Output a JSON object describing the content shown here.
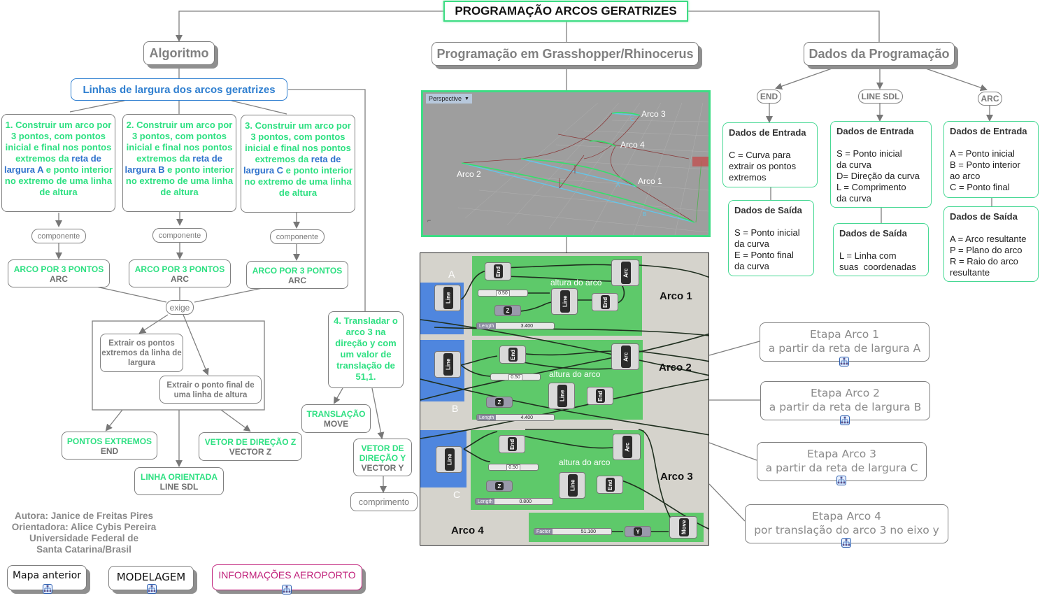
{
  "title": "PROGRAMAÇÃO ARCOS GERATRIZES",
  "branches": {
    "algoritmo": "Algoritmo",
    "grasshopper": "Programação em Grasshopper/Rhinocerus",
    "dados": "Dados da Programação"
  },
  "algorithm": {
    "width_lines": "Linhas de largura dos arcos geratrizes",
    "steps": [
      {
        "pre": "1. Construir um arco por 3 pontos, com pontos inicial e final nos pontos extremos da ",
        "highlight": "reta de largura A",
        "post": " e ponto interior no extremo de uma linha de altura"
      },
      {
        "pre": "2. Construir um arco por 3 pontos, com pontos inicial e final nos pontos extremos da ",
        "highlight": "reta de largura B",
        "post": " e ponto interior no extremo de uma linha de altura"
      },
      {
        "pre": "3. Construir um arco por 3 pontos, com pontos inicial e final nos pontos extremos da ",
        "highlight": "reta de largura C",
        "post": " e ponto interior no extremo de uma linha de altura"
      }
    ],
    "link_componente": "componente",
    "arc_component": {
      "name": "ARCO POR 3 PONTOS",
      "code": "ARC"
    },
    "link_exige": "exige",
    "requires": [
      "Extrair os pontos extremos da linha de largura",
      "Extrair o ponto final de uma linha de altura"
    ],
    "outputs": [
      {
        "name": "PONTOS EXTREMOS",
        "code": "END"
      },
      {
        "name": "LINHA ORIENTADA",
        "code": "LINE SDL"
      },
      {
        "name": "VETOR DE DIREÇÃO Z",
        "code": "VECTOR Z"
      }
    ],
    "step4": "4. Transladar o arco 3 na direção y com um valor de translação de 51,1.",
    "translation": {
      "name": "TRANSLAÇÃO",
      "code": "MOVE"
    },
    "vector_y": {
      "name": "VETOR DE DIREÇÃO Y",
      "code": "VECTOR Y"
    },
    "link_comprimento": "comprimento"
  },
  "credits": [
    "Autora: Janice de Freitas Pires",
    "Orientadora: Alice Cybis Pereira",
    "Universidade Federal de",
    "Santa Catarina/Brasil"
  ],
  "nav": [
    {
      "label": "Mapa anterior",
      "color": "#111111"
    },
    {
      "label": "MODELAGEM",
      "color": "#111111"
    },
    {
      "label": "INFORMAÇÕES AEROPORTO",
      "color": "#c0207a"
    }
  ],
  "viewport": {
    "tab": "Perspective",
    "labels": [
      "Arco 1",
      "Arco 2",
      "Arco 3",
      "Arco 4"
    ],
    "line_labels": [
      "A",
      "B",
      "C"
    ]
  },
  "grasshopper_canvas": {
    "group_labels": [
      "Arco 1",
      "Arco 2",
      "Arco 3",
      "Arco 4"
    ],
    "width_labels": [
      "A",
      "B",
      "C"
    ],
    "altura": "altura do arco",
    "sliders": [
      {
        "label": "Length",
        "value": "3.400"
      },
      {
        "label": "Length",
        "value": "4.400"
      },
      {
        "label": "Length",
        "value": "0.800"
      },
      {
        "label": "Factor",
        "value": "51.100"
      }
    ],
    "param_value": "0.50",
    "components": {
      "end": "End",
      "line": "Line",
      "arc": "Arc",
      "z": "Z",
      "y": "Y",
      "move": "Move"
    }
  },
  "data": {
    "categories": [
      "END",
      "LINE SDL",
      "ARC"
    ],
    "end": {
      "input_title": "Dados de Entrada",
      "input_lines": [
        "C = Curva para",
        "extrair os pontos",
        "extremos"
      ],
      "output_title": "Dados de Saída",
      "output_lines": [
        "S = Ponto inicial",
        "da curva",
        "E = Ponto final",
        "da curva"
      ]
    },
    "line": {
      "input_title": "Dados de Entrada",
      "input_lines": [
        "S = Ponto inicial",
        "da curva",
        "D= Direção da curva",
        "L = Comprimento",
        "da curva"
      ],
      "output_title": "Dados de Saída",
      "output_lines": [
        "L = Linha com",
        "suas  coordenadas"
      ]
    },
    "arc": {
      "input_title": "Dados de Entrada",
      "input_lines": [
        "A = Ponto inicial",
        "B = Ponto interior",
        "ao arco",
        "C = Ponto final"
      ],
      "output_title": "Dados de Saída",
      "output_lines": [
        "A = Arco resultante",
        "P = Plano do arco",
        "R = Raio do arco",
        "resultante"
      ]
    }
  },
  "stages": [
    {
      "title": "Etapa Arco 1",
      "subtitle": "a partir da reta de largura A"
    },
    {
      "title": "Etapa Arco 2",
      "subtitle": "a partir da reta de largura B"
    },
    {
      "title": "Etapa Arco 3",
      "subtitle": "a partir da reta de largura C"
    },
    {
      "title": "Etapa Arco 4",
      "subtitle": "por translação do arco 3 no eixo y"
    }
  ],
  "colors": {
    "title_border": "#3ddc84",
    "step_green": "#2ee082",
    "highlight_blue": "#2f72cc",
    "data_border": "#46d893",
    "nav_pink": "#c0207a"
  }
}
